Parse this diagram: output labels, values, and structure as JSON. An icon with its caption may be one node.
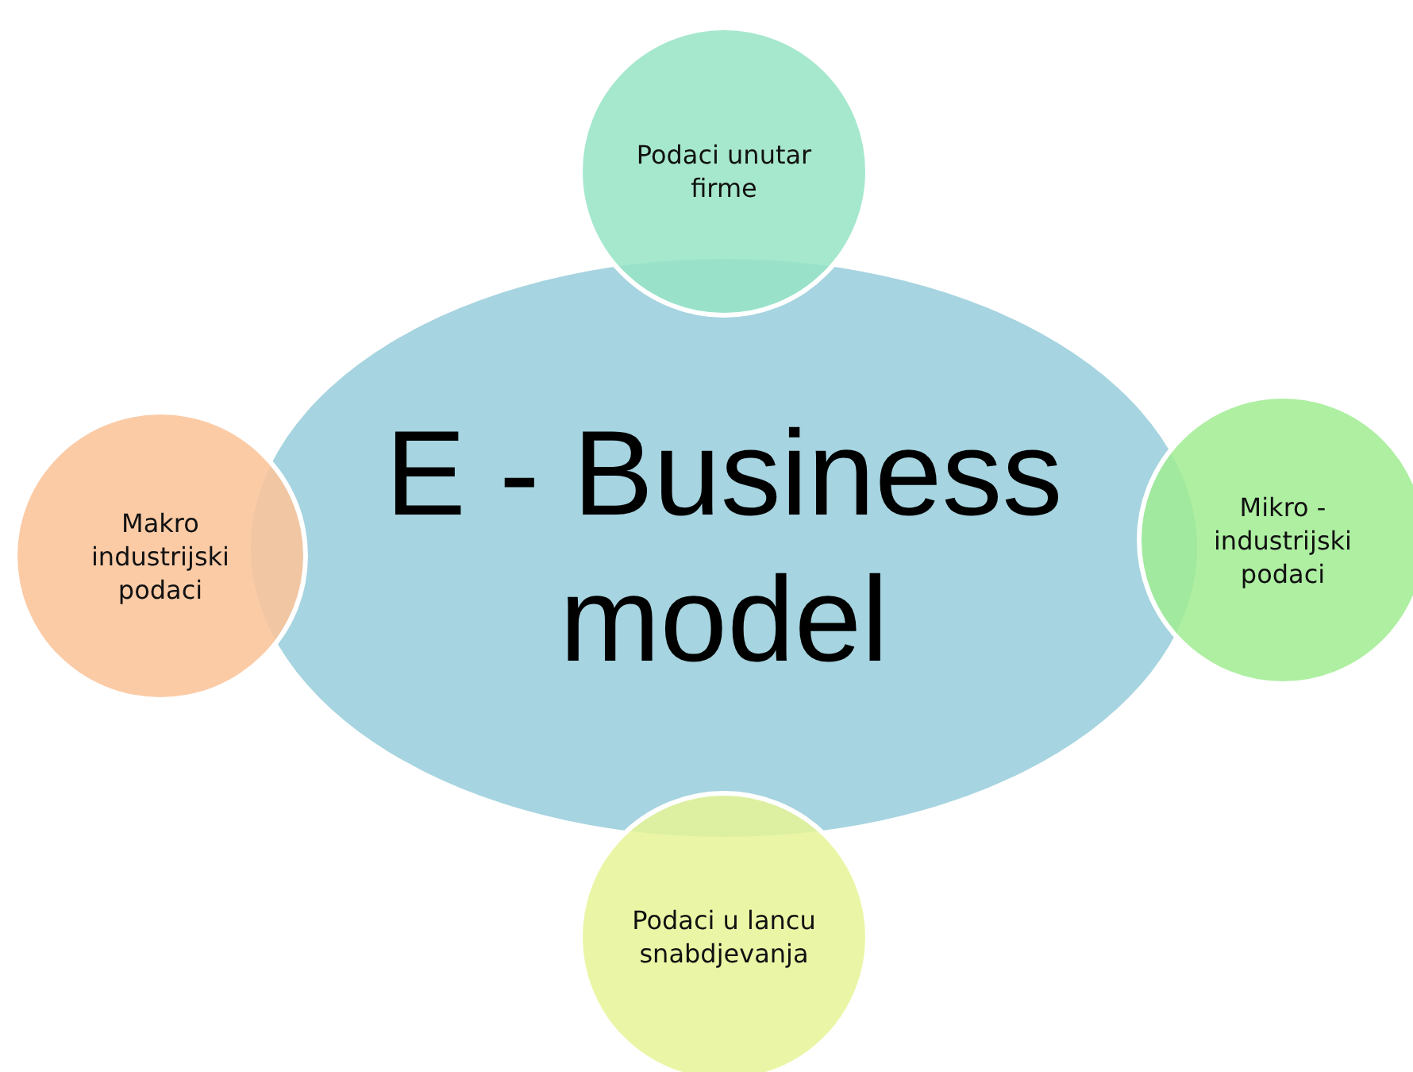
{
  "diagram": {
    "nodes": [
      {
        "text": [
          "E - Business model"
        ]
      },
      {
        "text": [
          "Podaci unutar firme"
        ]
      },
      {
        "text": [
          "Makro industrijski podaci"
        ]
      },
      {
        "text": [
          "Mikro - industrijski podaci"
        ]
      },
      {
        "text": [
          "Podaci u lancu snabdjevanja"
        ]
      }
    ]
  }
}
